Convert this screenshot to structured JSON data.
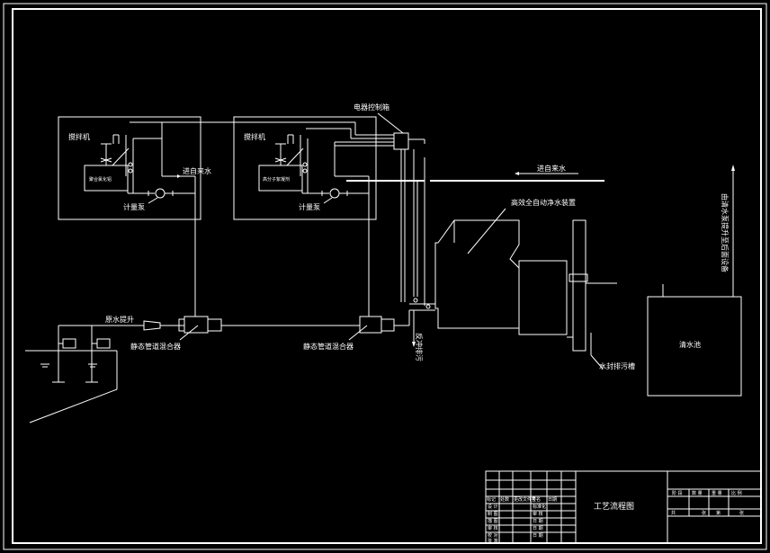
{
  "labels": {
    "stirrer1": "搅拌机",
    "stirrer2": "搅拌机",
    "tank1": "聚合氯化铝",
    "tank2": "高分子絮凝剂",
    "pump1": "计量泵",
    "pump2": "计量泵",
    "inlet1": "进自来水",
    "inlet2": "进自来水",
    "control": "电器控制箱",
    "purifier": "高效全自动净水装置",
    "raw_lift": "原水提升",
    "mixer1": "静态管道混合器",
    "mixer2": "静态管道混合器",
    "drain": "反冲排污",
    "seal": "水封排污槽",
    "clear_pool": "清水池",
    "to_user": "由清水泵提升至后面设备"
  },
  "title_block": {
    "drawing_title": "工艺流程图",
    "left_rows": [
      "设 计",
      "制 图",
      "描 图",
      "审 核",
      "校 对",
      "批 准"
    ],
    "left_cols": [
      "标记",
      "处数",
      "更改文件号",
      "签名",
      "日期"
    ],
    "mid_rows": [
      "标准化",
      "审 核",
      "日 期",
      "日 期",
      "日 期"
    ],
    "right_top": [
      "阶 段",
      "数 量",
      "重 量",
      "比 例"
    ],
    "right_bottom": [
      "共",
      "张",
      "第",
      "张"
    ]
  }
}
